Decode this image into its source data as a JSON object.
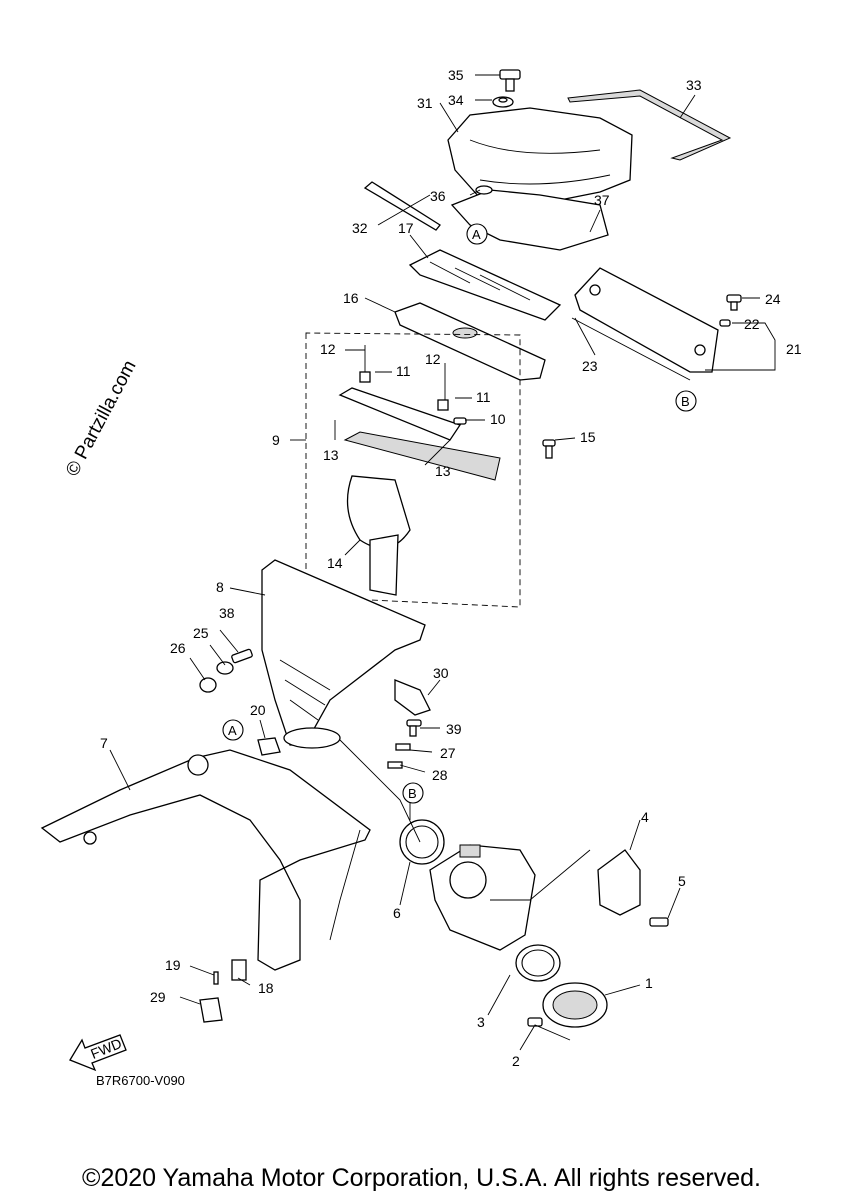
{
  "watermark": "© Partzilla.com",
  "diagram_code": "B7R6700-V090",
  "copyright": "©2020 Yamaha Motor Corporation, U.S.A. All rights reserved.",
  "fwd_label": "FWD",
  "callouts": [
    "1",
    "2",
    "3",
    "4",
    "5",
    "6",
    "7",
    "8",
    "9",
    "10",
    "11",
    "11",
    "12",
    "12",
    "13",
    "13",
    "14",
    "15",
    "16",
    "17",
    "18",
    "19",
    "20",
    "21",
    "22",
    "23",
    "24",
    "25",
    "26",
    "27",
    "28",
    "29",
    "30",
    "31",
    "32",
    "33",
    "34",
    "35",
    "36",
    "37",
    "38",
    "39"
  ],
  "refs": [
    "A",
    "A",
    "B",
    "B"
  ]
}
